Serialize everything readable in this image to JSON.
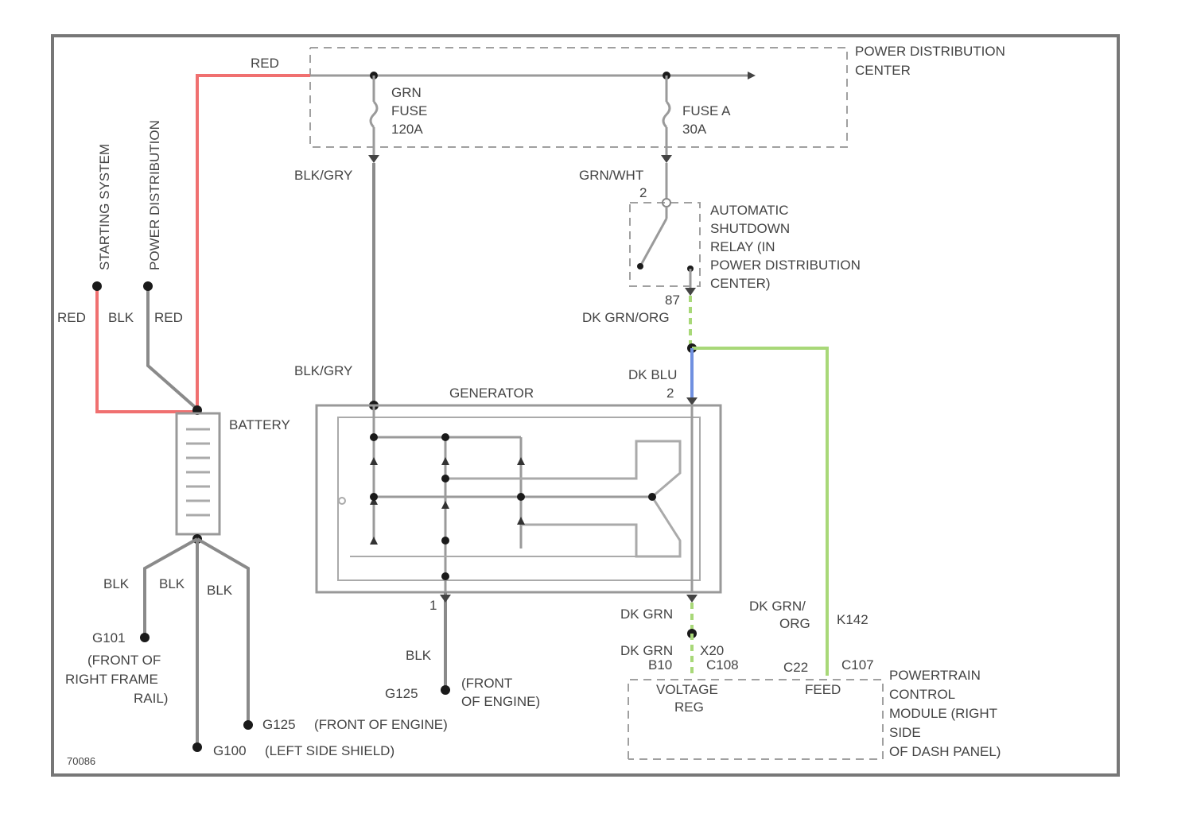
{
  "diagram_id": "70086",
  "colors": {
    "red_wire": "#f07070",
    "green_wire": "#a8d878",
    "blue_wire": "#7090e0",
    "gray_wire": "#8a8a8a",
    "border": "#777777"
  },
  "labels": {
    "red_top": "RED",
    "pdc": [
      "POWER DISTRIBUTION",
      "CENTER"
    ],
    "grn_fuse": [
      "GRN",
      "FUSE",
      "120A"
    ],
    "fuse_a": [
      "FUSE A",
      "30A"
    ],
    "blk_gry_1": "BLK/GRY",
    "blk_gry_2": "BLK/GRY",
    "grn_wht": "GRN/WHT",
    "relay": [
      "AUTOMATIC",
      "SHUTDOWN",
      "RELAY (IN",
      "POWER DISTRIBUTION",
      "CENTER)"
    ],
    "pin_87": "87",
    "dk_grn_org": "DK GRN/ORG",
    "dk_blu": "DK BLU",
    "generator": "GENERATOR",
    "battery": "BATTERY",
    "starting_system": "STARTING SYSTEM",
    "power_distribution": "POWER DISTRIBUTION",
    "red_l": "RED",
    "blk_l": "BLK",
    "red_r": "RED",
    "blk_1": "BLK",
    "blk_2": "BLK",
    "blk_3": "BLK",
    "g101": "G101",
    "g101_desc": [
      "(FRONT OF",
      "RIGHT FRAME",
      "RAIL)"
    ],
    "g125_a": "G125",
    "g125_a_desc": "(FRONT OF ENGINE)",
    "g100": "G100",
    "g100_desc": "(LEFT SIDE SHIELD)",
    "blk_gen": "BLK",
    "g125_b": "G125",
    "g125_b_desc": [
      "(FRONT",
      "OF ENGINE)"
    ],
    "dk_grn_1": "DK GRN",
    "dk_grn_2": "DK GRN",
    "x20": "X20",
    "b10": "B10",
    "c108": "C108",
    "voltage_reg": [
      "VOLTAGE",
      "REG"
    ],
    "dk_grn_org_2": [
      "DK GRN/",
      "ORG"
    ],
    "k142": "K142",
    "c22": "C22",
    "c107": "C107",
    "pcm_feed": "FEED",
    "pcm": [
      "POWERTRAIN",
      "CONTROL",
      "MODULE (RIGHT",
      "SIDE",
      "OF DASH PANEL)"
    ],
    "pin_2": "2",
    "pin_1": "1",
    "gen_pin_1": "1"
  }
}
